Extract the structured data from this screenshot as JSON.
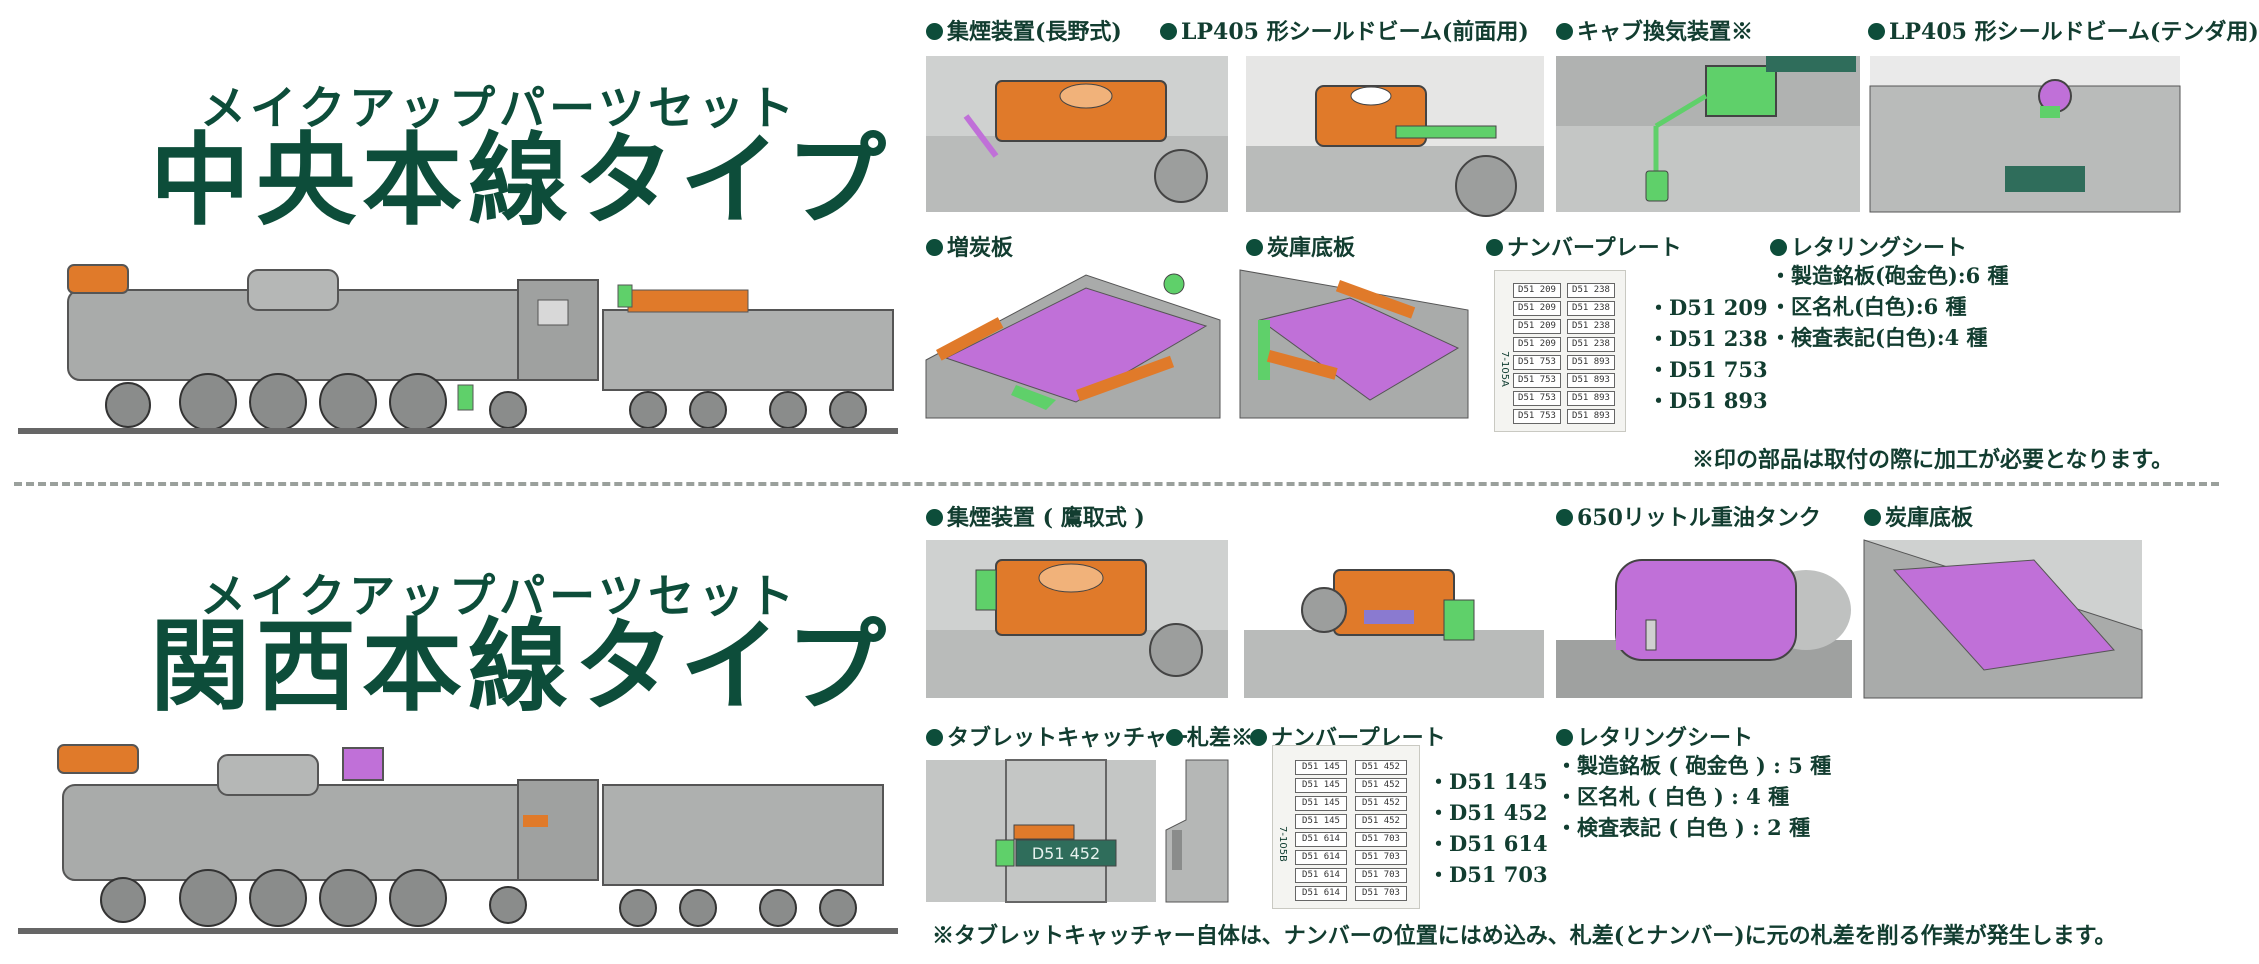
{
  "colors": {
    "title": "#0d4d3a",
    "text": "#123d30",
    "orange": "#e07a2a",
    "green": "#5fd06a",
    "purple": "#c070d8",
    "loco_gray": "#a9abaa"
  },
  "section1": {
    "subtitle": "メイクアップパーツセット",
    "title": "中央本線タイプ",
    "parts": [
      {
        "label": "集煙装置(長野式)"
      },
      {
        "label": "LP405 形シールドビーム(前面用)"
      },
      {
        "label": "キャブ換気装置※"
      },
      {
        "label": "LP405 形シールドビーム(テンダ用)"
      },
      {
        "label": "増炭板"
      },
      {
        "label": "炭庫底板"
      },
      {
        "label": "ナンバープレート"
      },
      {
        "label": "レタリングシート"
      }
    ],
    "numbers": [
      "・D51 209",
      "・D51 238",
      "・D51 753",
      "・D51 893"
    ],
    "lettering": [
      "・製造銘板(砲金色):6 種",
      "・区名札(白色):6 種",
      "・検査表記(白色):4 種"
    ],
    "plate_texts": [
      "D51 209",
      "D51 238",
      "D51 753",
      "D51 893"
    ],
    "plate_code": "7-105A",
    "note": "※印の部品は取付の際に加工が必要となります。"
  },
  "section2": {
    "subtitle": "メイクアップパーツセット",
    "title": "関西本線タイプ",
    "parts": [
      {
        "label": "集煙装置 ( 鷹取式 )"
      },
      {
        "label": "650リットル重油タンク"
      },
      {
        "label": "炭庫底板"
      },
      {
        "label": "タブレットキャッチャー"
      },
      {
        "label": "札差※"
      },
      {
        "label": "ナンバープレート"
      },
      {
        "label": "レタリングシート"
      }
    ],
    "numbers": [
      "・D51 145",
      "・D51 452",
      "・D51 614",
      "・D51 703"
    ],
    "lettering": [
      "・製造銘板 ( 砲金色 ) : 5 種",
      "・区名札 ( 白色 ) : 4 種",
      "・検査表記 ( 白色 ) : 2 種"
    ],
    "plate_texts": [
      "D51 145",
      "D51 452",
      "D51 614",
      "D51 703"
    ],
    "plate_code": "7-105B",
    "tablet_plate": "D51 452",
    "note": "※タブレットキャッチャー自体は、ナンバーの位置にはめ込み、札差(とナンバー)に元の札差を削る作業が発生します。"
  },
  "icons": [
    "locomotive-illustration",
    "part-render"
  ]
}
